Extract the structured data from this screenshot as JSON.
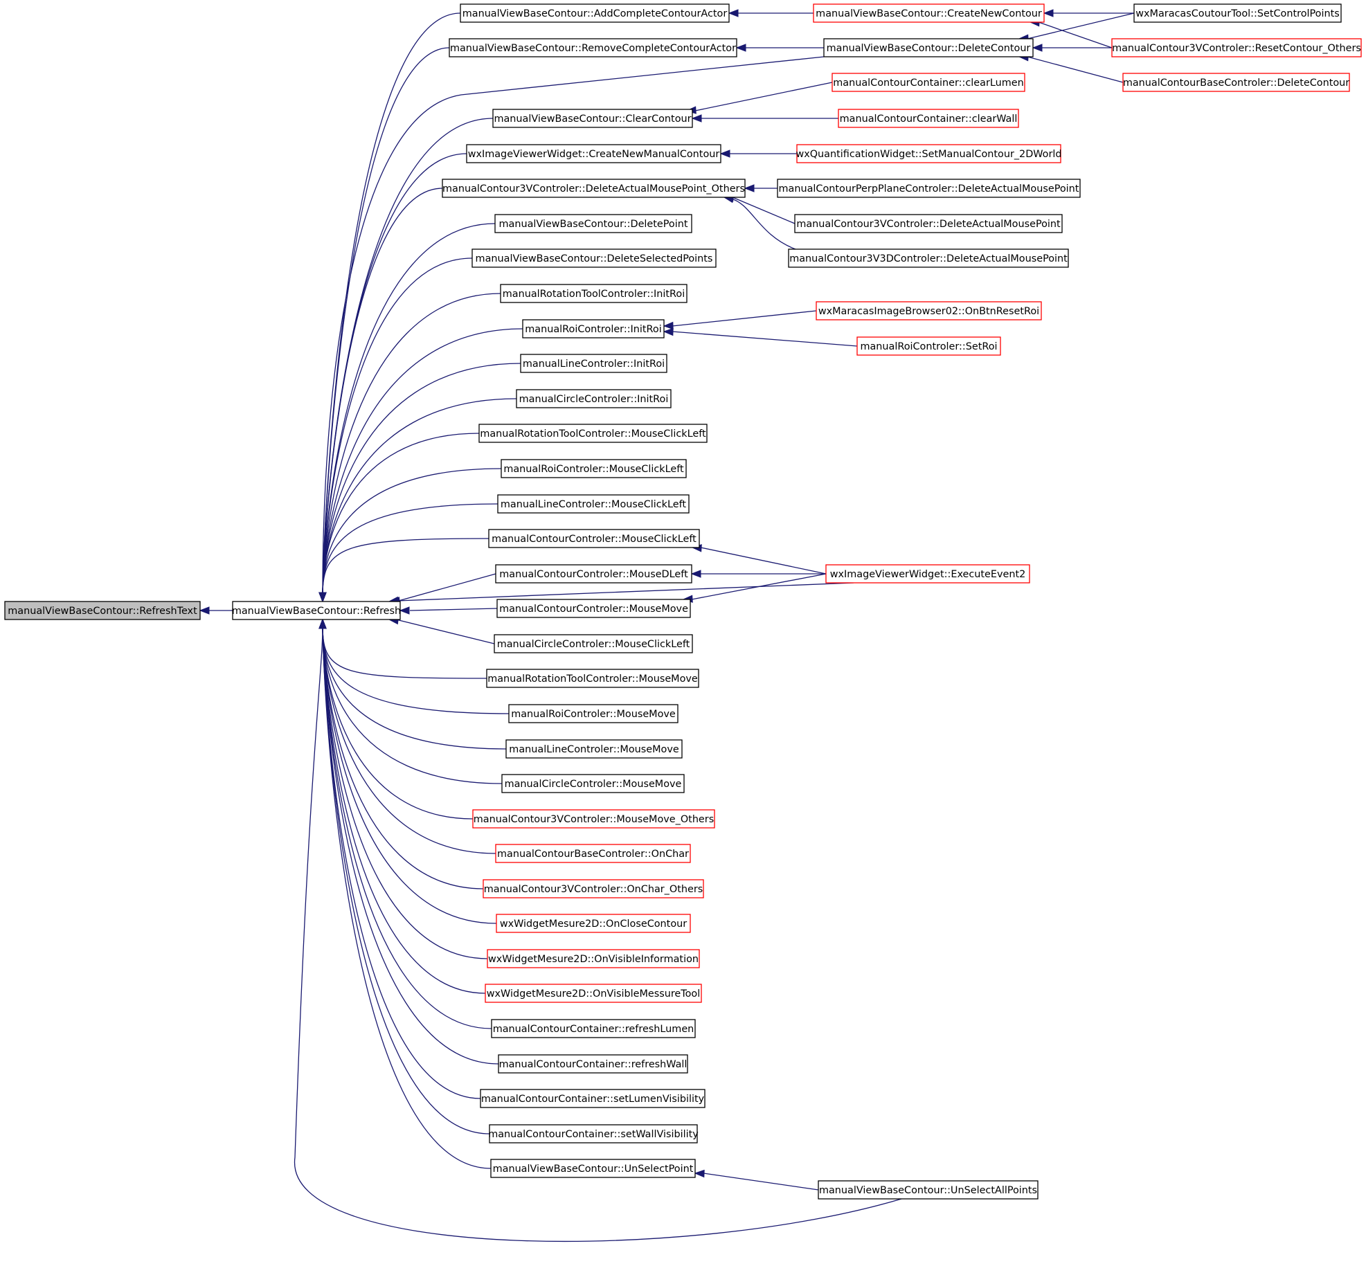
{
  "colors": {
    "edge": "#191970",
    "node_border": "#000000",
    "node_border_truncated": "#ff0000",
    "focus_fill": "#bfbfbf",
    "node_fill": "#ffffff"
  },
  "nodes": {
    "refreshtext": {
      "label": "manualViewBaseContour::RefreshText",
      "style": "focus"
    },
    "refresh": {
      "label": "manualViewBaseContour::Refresh",
      "style": "normal"
    },
    "addcomplete": {
      "label": "manualViewBaseContour::AddCompleteContourActor",
      "style": "normal"
    },
    "removecomplete": {
      "label": "manualViewBaseContour::RemoveCompleteContourActor",
      "style": "normal"
    },
    "clearcontour": {
      "label": "manualViewBaseContour::ClearContour",
      "style": "normal"
    },
    "createnewmanual": {
      "label": "wxImageViewerWidget::CreateNewManualContour",
      "style": "normal"
    },
    "deleteactualothers": {
      "label": "manualContour3VControler::DeleteActualMousePoint_Others",
      "style": "normal"
    },
    "deletepoint": {
      "label": "manualViewBaseContour::DeletePoint",
      "style": "normal"
    },
    "deleteselected": {
      "label": "manualViewBaseContour::DeleteSelectedPoints",
      "style": "normal"
    },
    "rotinitroi": {
      "label": "manualRotationToolControler::InitRoi",
      "style": "normal"
    },
    "roiinitroi": {
      "label": "manualRoiControler::InitRoi",
      "style": "normal"
    },
    "lineinitroi": {
      "label": "manualLineControler::InitRoi",
      "style": "normal"
    },
    "circleinitroi": {
      "label": "manualCircleControler::InitRoi",
      "style": "normal"
    },
    "rotclick": {
      "label": "manualRotationToolControler::MouseClickLeft",
      "style": "normal"
    },
    "roiclick": {
      "label": "manualRoiControler::MouseClickLeft",
      "style": "normal"
    },
    "lineclick": {
      "label": "manualLineControler::MouseClickLeft",
      "style": "normal"
    },
    "contourclick": {
      "label": "manualContourControler::MouseClickLeft",
      "style": "normal"
    },
    "contourdleft": {
      "label": "manualContourControler::MouseDLeft",
      "style": "normal"
    },
    "contourmove": {
      "label": "manualContourControler::MouseMove",
      "style": "normal"
    },
    "circleclick": {
      "label": "manualCircleControler::MouseClickLeft",
      "style": "normal"
    },
    "rotmove": {
      "label": "manualRotationToolControler::MouseMove",
      "style": "normal"
    },
    "roimove": {
      "label": "manualRoiControler::MouseMove",
      "style": "normal"
    },
    "linemove": {
      "label": "manualLineControler::MouseMove",
      "style": "normal"
    },
    "circlemove": {
      "label": "manualCircleControler::MouseMove",
      "style": "normal"
    },
    "c3vmoveothers": {
      "label": "manualContour3VControler::MouseMove_Others",
      "style": "truncated"
    },
    "baseonchar": {
      "label": "manualContourBaseControler::OnChar",
      "style": "truncated"
    },
    "c3vonchar": {
      "label": "manualContour3VControler::OnChar_Others",
      "style": "truncated"
    },
    "closecontour": {
      "label": "wxWidgetMesure2D::OnCloseContour",
      "style": "truncated"
    },
    "visibleinfo": {
      "label": "wxWidgetMesure2D::OnVisibleInformation",
      "style": "truncated"
    },
    "visiblemesure": {
      "label": "wxWidgetMesure2D::OnVisibleMessureTool",
      "style": "truncated"
    },
    "refreshlumen": {
      "label": "manualContourContainer::refreshLumen",
      "style": "normal"
    },
    "refreshwall": {
      "label": "manualContourContainer::refreshWall",
      "style": "normal"
    },
    "setlumenvis": {
      "label": "manualContourContainer::setLumenVisibility",
      "style": "normal"
    },
    "setwallvis": {
      "label": "manualContourContainer::setWallVisibility",
      "style": "normal"
    },
    "unselectpoint": {
      "label": "manualViewBaseContour::UnSelectPoint",
      "style": "normal"
    },
    "createnewcontour": {
      "label": "manualViewBaseContour::CreateNewContour",
      "style": "truncated"
    },
    "deletecontour": {
      "label": "manualViewBaseContour::DeleteContour",
      "style": "normal"
    },
    "clearlumen": {
      "label": "manualContourContainer::clearLumen",
      "style": "truncated"
    },
    "clearwall": {
      "label": "manualContourContainer::clearWall",
      "style": "truncated"
    },
    "setmanual2d": {
      "label": "wxQuantificationWidget::SetManualContour_2DWorld",
      "style": "truncated"
    },
    "perpdelete": {
      "label": "manualContourPerpPlaneControler::DeleteActualMousePoint",
      "style": "normal"
    },
    "c3vdelete": {
      "label": "manualContour3VControler::DeleteActualMousePoint",
      "style": "normal"
    },
    "c3v3ddelete": {
      "label": "manualContour3V3DControler::DeleteActualMousePoint",
      "style": "normal"
    },
    "browserreset": {
      "label": "wxMaracasImageBrowser02::OnBtnResetRoi",
      "style": "truncated"
    },
    "roisetroi": {
      "label": "manualRoiControler::SetRoi",
      "style": "truncated"
    },
    "executeevent2": {
      "label": "wxImageViewerWidget::ExecuteEvent2",
      "style": "truncated"
    },
    "unselectall": {
      "label": "manualViewBaseContour::UnSelectAllPoints",
      "style": "normal"
    },
    "setcontrolpoints": {
      "label": "wxMaracasCoutourTool::SetControlPoints",
      "style": "normal"
    },
    "resetothers": {
      "label": "manualContour3VControler::ResetContour_Others",
      "style": "truncated"
    },
    "basedeletecontour": {
      "label": "manualContourBaseControler::DeleteContour",
      "style": "truncated"
    }
  },
  "edges": [
    [
      "refresh",
      "refreshtext"
    ],
    [
      "addcomplete",
      "refresh"
    ],
    [
      "removecomplete",
      "refresh"
    ],
    [
      "deletecontour",
      "refresh"
    ],
    [
      "clearcontour",
      "refresh"
    ],
    [
      "createnewmanual",
      "refresh"
    ],
    [
      "deleteactualothers",
      "refresh"
    ],
    [
      "deletepoint",
      "refresh"
    ],
    [
      "deleteselected",
      "refresh"
    ],
    [
      "rotinitroi",
      "refresh"
    ],
    [
      "roiinitroi",
      "refresh"
    ],
    [
      "lineinitroi",
      "refresh"
    ],
    [
      "circleinitroi",
      "refresh"
    ],
    [
      "rotclick",
      "refresh"
    ],
    [
      "roiclick",
      "refresh"
    ],
    [
      "lineclick",
      "refresh"
    ],
    [
      "contourclick",
      "refresh"
    ],
    [
      "contourdleft",
      "refresh"
    ],
    [
      "contourmove",
      "refresh"
    ],
    [
      "circleclick",
      "refresh"
    ],
    [
      "rotmove",
      "refresh"
    ],
    [
      "roimove",
      "refresh"
    ],
    [
      "linemove",
      "refresh"
    ],
    [
      "circlemove",
      "refresh"
    ],
    [
      "c3vmoveothers",
      "refresh"
    ],
    [
      "baseonchar",
      "refresh"
    ],
    [
      "c3vonchar",
      "refresh"
    ],
    [
      "closecontour",
      "refresh"
    ],
    [
      "visibleinfo",
      "refresh"
    ],
    [
      "visiblemesure",
      "refresh"
    ],
    [
      "refreshlumen",
      "refresh"
    ],
    [
      "refreshwall",
      "refresh"
    ],
    [
      "setlumenvis",
      "refresh"
    ],
    [
      "setwallvis",
      "refresh"
    ],
    [
      "unselectpoint",
      "refresh"
    ],
    [
      "unselectall",
      "refresh"
    ],
    [
      "executeevent2",
      "refresh"
    ],
    [
      "createnewcontour",
      "addcomplete"
    ],
    [
      "deletecontour",
      "removecomplete"
    ],
    [
      "clearlumen",
      "clearcontour"
    ],
    [
      "clearwall",
      "clearcontour"
    ],
    [
      "setmanual2d",
      "createnewmanual"
    ],
    [
      "perpdelete",
      "deleteactualothers"
    ],
    [
      "c3vdelete",
      "deleteactualothers"
    ],
    [
      "c3v3ddelete",
      "deleteactualothers"
    ],
    [
      "browserreset",
      "roiinitroi"
    ],
    [
      "roisetroi",
      "roiinitroi"
    ],
    [
      "executeevent2",
      "contourclick"
    ],
    [
      "executeevent2",
      "contourdleft"
    ],
    [
      "executeevent2",
      "contourmove"
    ],
    [
      "unselectall",
      "unselectpoint"
    ],
    [
      "setcontrolpoints",
      "createnewcontour"
    ],
    [
      "resetothers",
      "createnewcontour"
    ],
    [
      "setcontrolpoints",
      "deletecontour"
    ],
    [
      "resetothers",
      "deletecontour"
    ],
    [
      "basedeletecontour",
      "deletecontour"
    ]
  ]
}
